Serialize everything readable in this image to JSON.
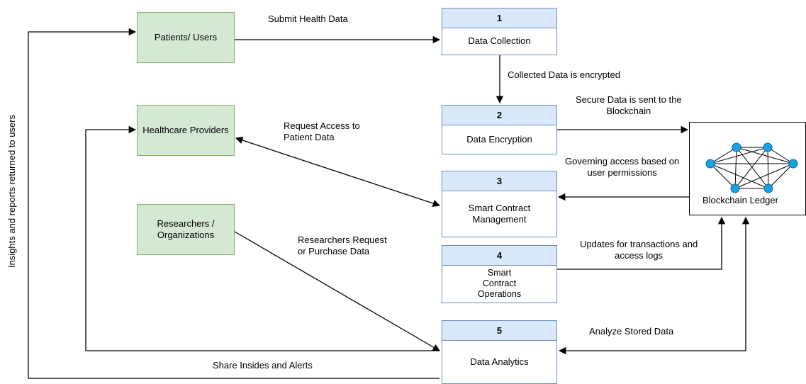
{
  "actors": {
    "patients": "Patients/ Users",
    "providers": "Healthcare Providers",
    "researchers": "Researchers /\nOrganizations"
  },
  "processes": [
    {
      "number": "1",
      "label": "Data Collection"
    },
    {
      "number": "2",
      "label": "Data Encryption"
    },
    {
      "number": "3",
      "label": "Smart Contract\nManagement"
    },
    {
      "number": "4",
      "label": "Smart\nContract\nOperations"
    },
    {
      "number": "5",
      "label": "Data Analytics"
    }
  ],
  "ledger": {
    "label": "Blockchain Ledger"
  },
  "flows": {
    "submit": "Submit Health Data",
    "encrypted": "Collected Data is encrypted",
    "secure": "Secure Data is sent to the\nBlockchain",
    "governing": "Governing access based on\nuser permissions",
    "request_access": "Request Access to\nPatient Data",
    "researchers_request": "Researchers Request\nor Purchase Data",
    "updates": "Updates for transactions and\naccess logs",
    "analyze": "Analyze Stored Data",
    "share": "Share Insides and Alerts",
    "insights": "Insights and reports returned to users"
  },
  "colors": {
    "actor_fill": "#d5e8d4",
    "actor_border": "#82b366",
    "process_header": "#dae8fc",
    "process_border": "#6c8ebf",
    "network_node": "#1ba1e2"
  }
}
